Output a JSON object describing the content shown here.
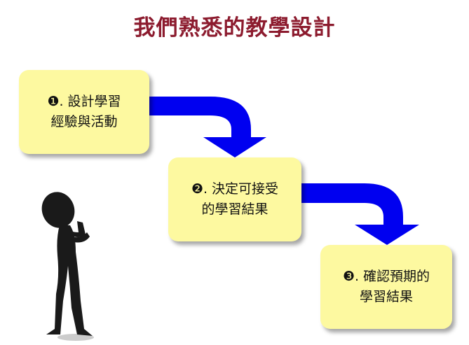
{
  "title": "我們熟悉的教學設計",
  "steps": [
    {
      "line1": "❶. 設計學習",
      "line2": "經驗與活動"
    },
    {
      "line1": "❷. 決定可接受",
      "line2": "的學習結果"
    },
    {
      "line1": "❸. 確認預期的",
      "line2": "學習結果"
    }
  ],
  "colors": {
    "title": "#8c1b2e",
    "box": "#fdf9a0",
    "arrow": "#0000f0"
  }
}
